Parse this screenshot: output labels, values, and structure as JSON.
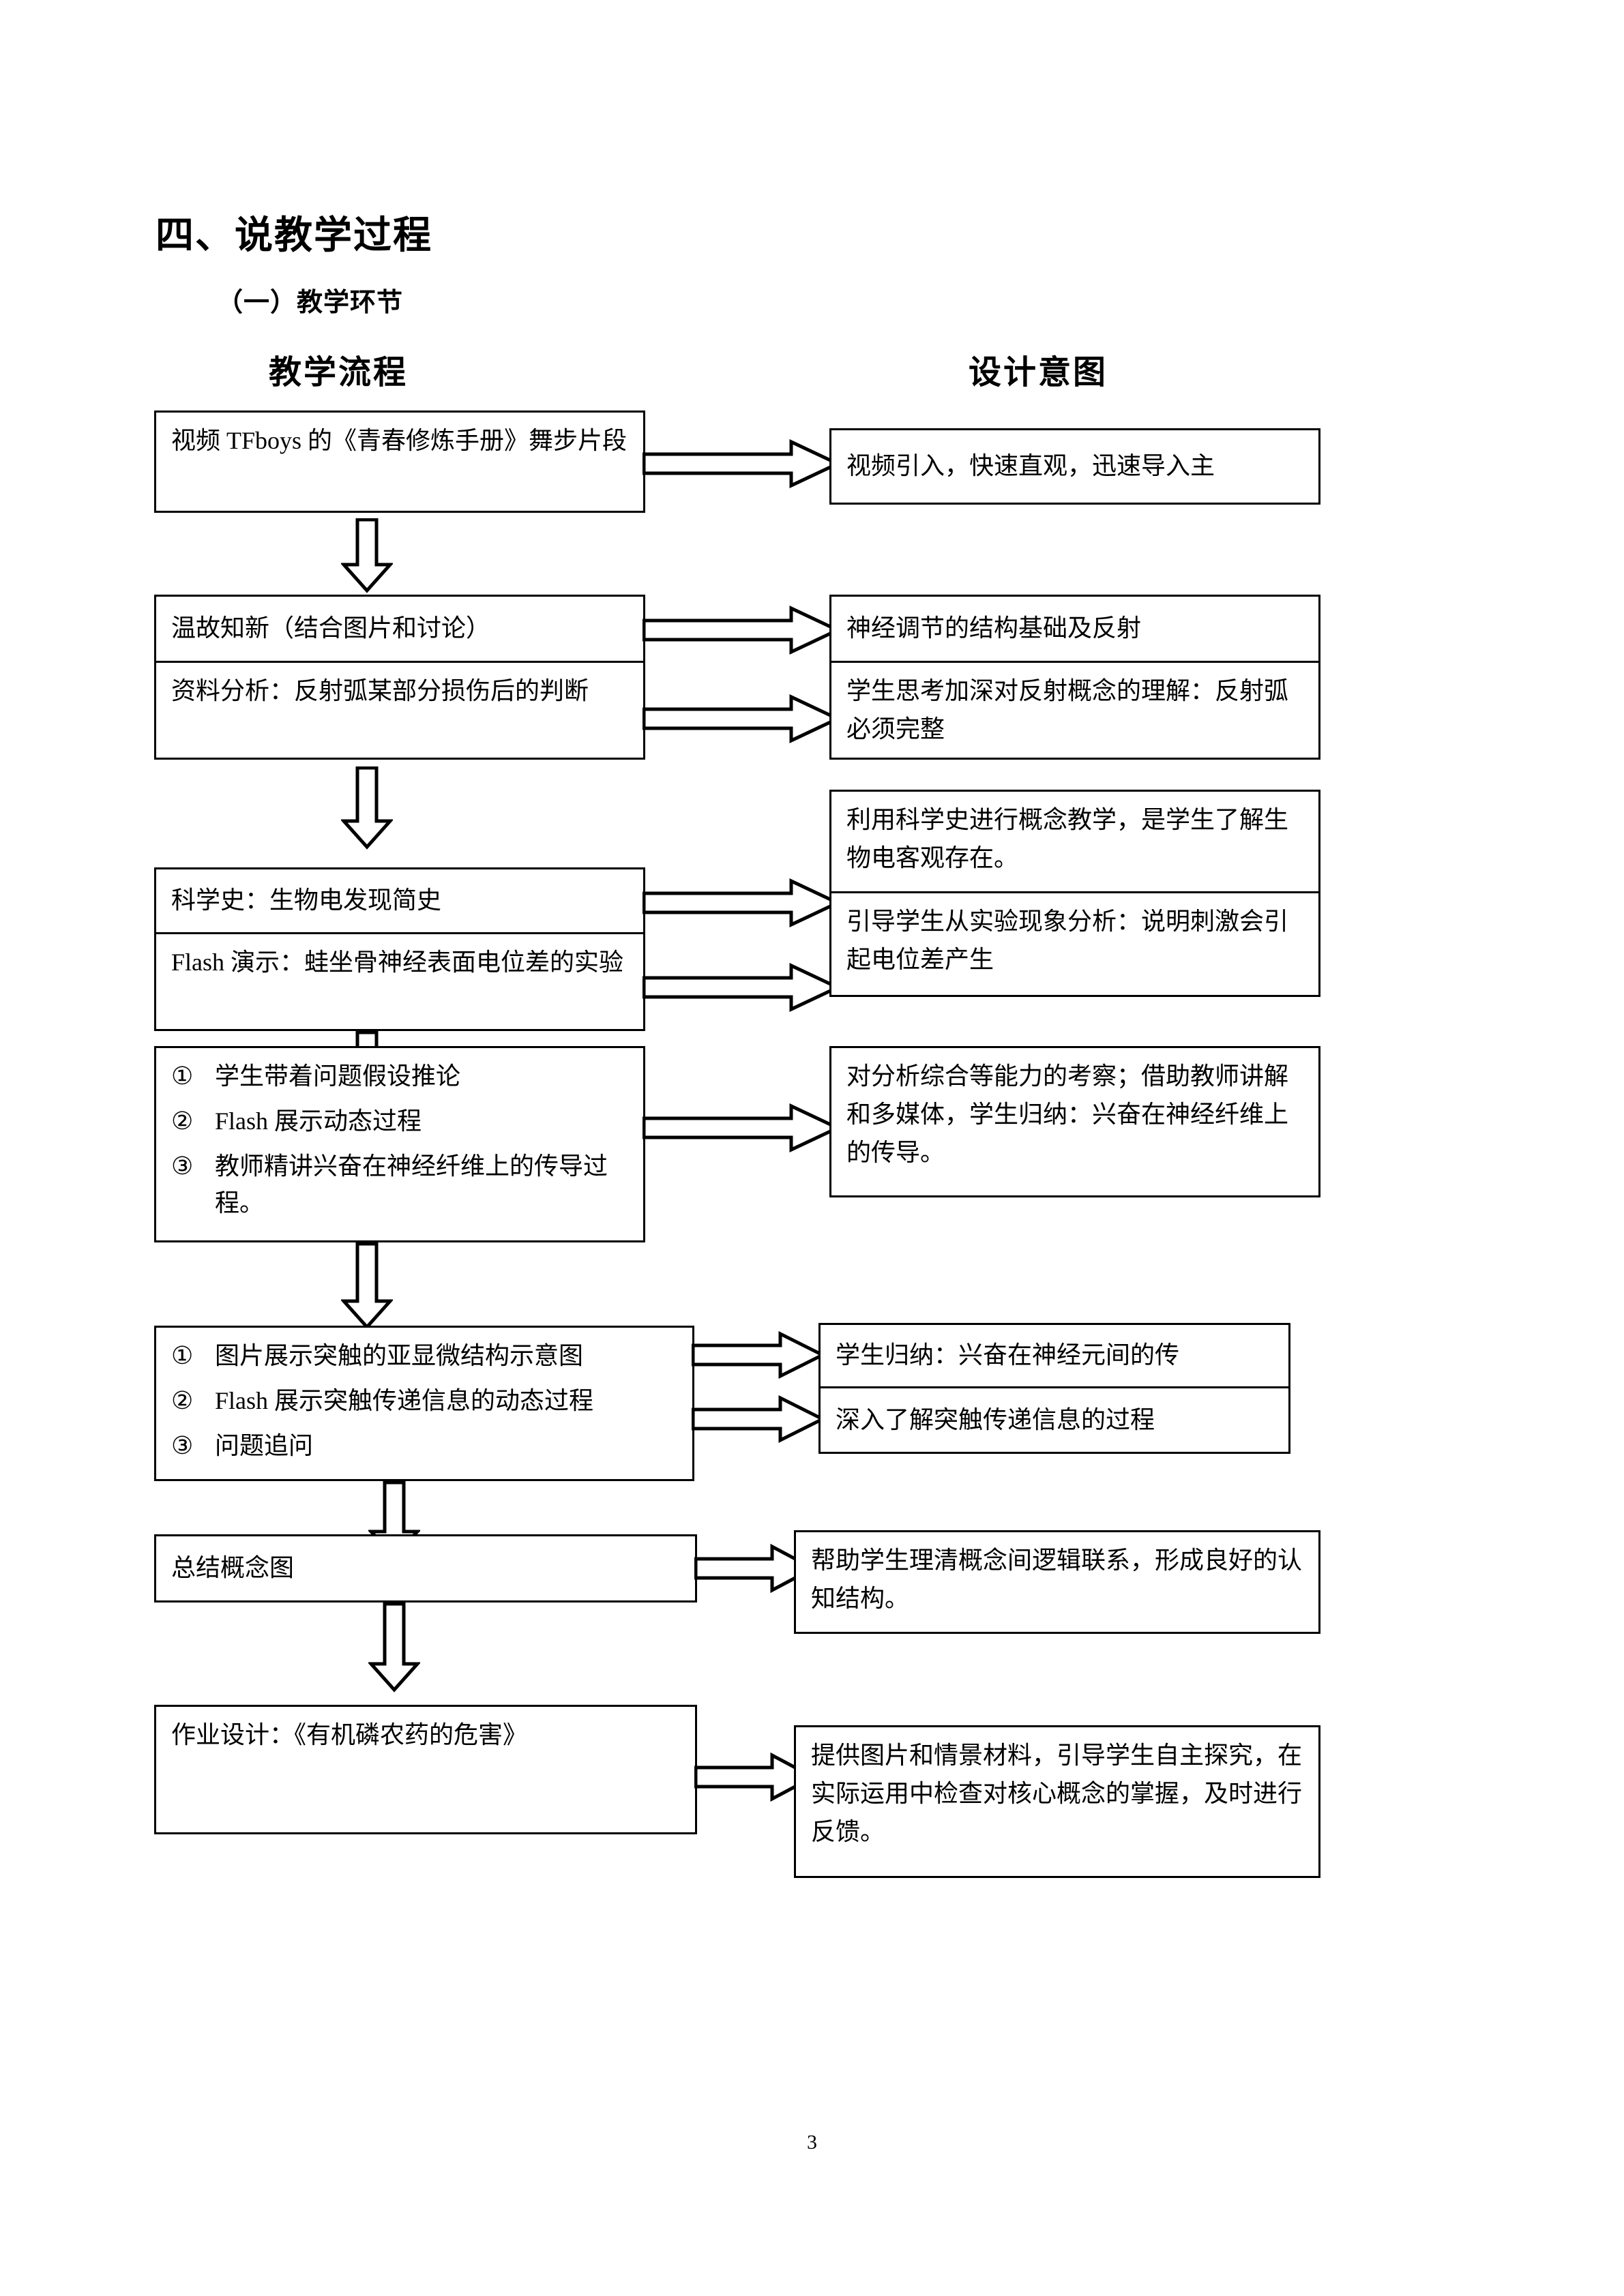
{
  "document": {
    "section_heading": "四、说教学过程",
    "sub_heading": "（一）教学环节",
    "page_number": "3"
  },
  "columns": {
    "left_header": "教学流程",
    "right_header": "设计意图"
  },
  "flow": {
    "step1": {
      "left": "视频 TFboys 的《青春修炼手册》舞步片段",
      "right": "视频引入，快速直观，迅速导入主"
    },
    "step2": {
      "left_top": "温故知新（结合图片和讨论）",
      "left_bottom": "资料分析：反射弧某部分损伤后的判断",
      "right_top": "神经调节的结构基础及反射",
      "right_bottom": "学生思考加深对反射概念的理解：反射弧必须完整"
    },
    "step3": {
      "left_top": "科学史：生物电发现简史",
      "left_bottom": "Flash 演示：蛙坐骨神经表面电位差的实验",
      "right_top": "利用科学史进行概念教学，是学生了解生物电客观存在。",
      "right_bottom": "引导学生从实验现象分析：说明刺激会引起电位差产生"
    },
    "step4": {
      "left_items": [
        {
          "num": "①",
          "text": "学生带着问题假设推论"
        },
        {
          "num": "②",
          "text": "Flash 展示动态过程"
        },
        {
          "num": "③",
          "text": "教师精讲兴奋在神经纤维上的传导过程。"
        }
      ],
      "right": "对分析综合等能力的考察；借助教师讲解和多媒体，学生归纳：兴奋在神经纤维上的传导。"
    },
    "step5": {
      "left_items": [
        {
          "num": "①",
          "text": "图片展示突触的亚显微结构示意图"
        },
        {
          "num": "②",
          "text": "Flash 展示突触传递信息的动态过程"
        },
        {
          "num": "③",
          "text": "问题追问"
        }
      ],
      "right_top": "学生归纳：兴奋在神经元间的传",
      "right_bottom": "深入了解突触传递信息的过程"
    },
    "step6": {
      "left": "总结概念图",
      "right": "帮助学生理清概念间逻辑联系，形成良好的认知结构。"
    },
    "step7": {
      "left": "作业设计：《有机磷农药的危害》",
      "right": "提供图片和情景材料，引导学生自主探究，在实际运用中检查对核心概念的掌握，及时进行反馈。"
    }
  },
  "icons": {
    "down_arrow": "down-block-arrow",
    "right_arrow": "right-block-arrow"
  },
  "colors": {
    "ink": "#000000",
    "paper": "#ffffff"
  }
}
